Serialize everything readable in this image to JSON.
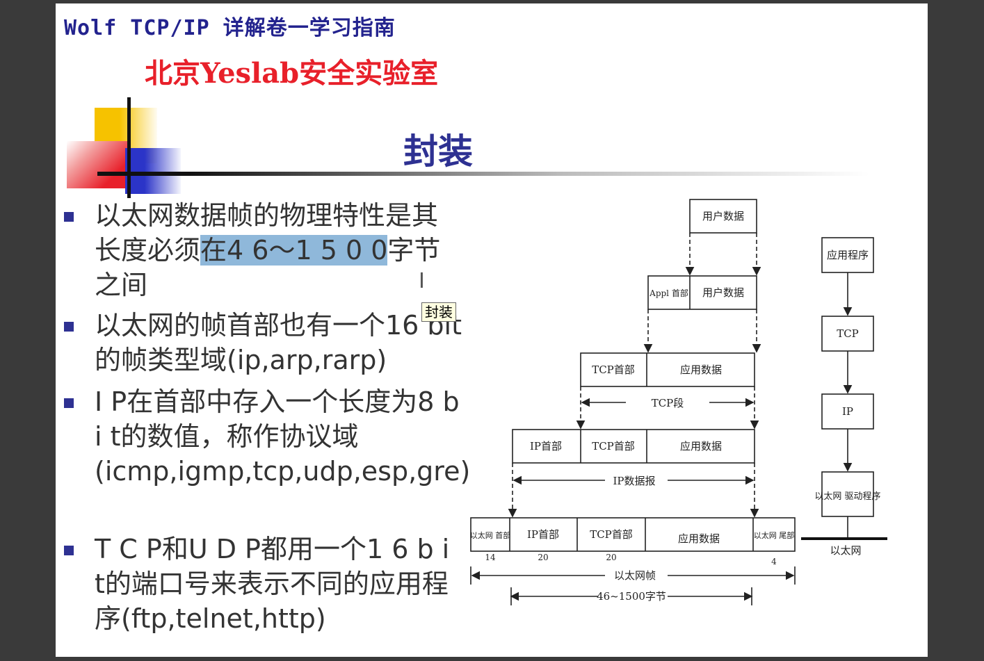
{
  "header": "Wolf TCP/IP 详解卷一学习指南",
  "lab_name": "北京Yeslab安全实验室",
  "slide_title": "封装",
  "bullets": [
    {
      "before": "以太网数据帧的物理特性是其长度必须",
      "highlight": "在4 6～1 5 0 0",
      "after": "字节之间"
    },
    {
      "text": "以太网的帧首部也有一个16 bit的帧类型域(ip,arp,rarp)"
    },
    {
      "text": "I P在首部中存入一个长度为8 b i t的数值，称作协议域(icmp,igmp,tcp,udp,esp,gre)"
    },
    {
      "text": "T C P和U D P都用一个1 6 b i t的端口号来表示不同的应用程序(ftp,telnet,http)"
    }
  ],
  "tooltip": "封装",
  "diagram": {
    "user_data": "用户数据",
    "appl_header": "Appl 首部",
    "tcp_header": "TCP首部",
    "app_data": "应用数据",
    "tcp_segment": "TCP段",
    "ip_header": "IP首部",
    "ip_datagram": "IP数据报",
    "eth_header": "以太网 首部",
    "eth_trailer": "以太网 尾部",
    "eth_frame": "以太网帧",
    "frame_size": "46~1500字节",
    "n14": "14",
    "n20a": "20",
    "n20b": "20",
    "n4": "4",
    "stack": [
      "应用程序",
      "TCP",
      "IP",
      "以太网 驱动程序"
    ],
    "ethernet": "以太网"
  }
}
